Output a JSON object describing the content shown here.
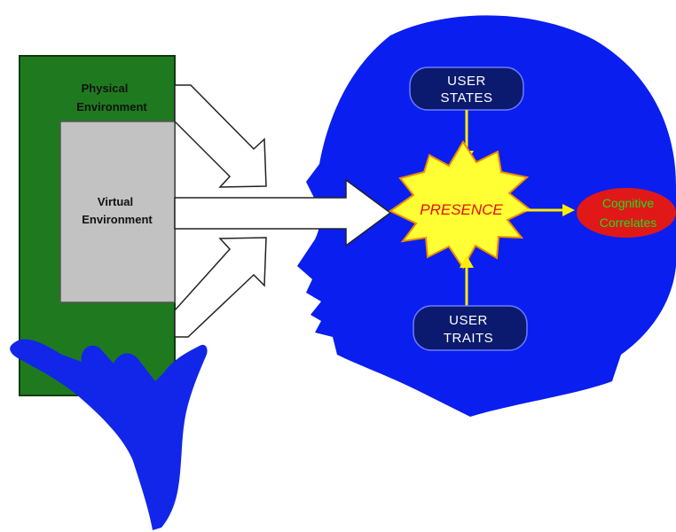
{
  "labels": {
    "physical_line1": "Physical",
    "physical_line2": "Environment",
    "virtual_line1": "Virtual",
    "virtual_line2": "Environment",
    "user_states_line1": "USER",
    "user_states_line2": "STATES",
    "presence": "PRESENCE",
    "user_traits_line1": "USER",
    "user_traits_line2": "TRAITS",
    "cognitive_line1": "Cognitive",
    "cognitive_line2": "Correlates"
  },
  "colors": {
    "head": "#0a1ef0",
    "hand": "#1126e8",
    "physical_panel": "#1f7a1f",
    "virtual_panel": "#c2c2c2",
    "pill": "#0b1a6e",
    "burst": "#ffff33",
    "burst_outline": "#f08a00",
    "cognitive_oval": "#e01818",
    "connector_arrows": "#ffee00"
  }
}
